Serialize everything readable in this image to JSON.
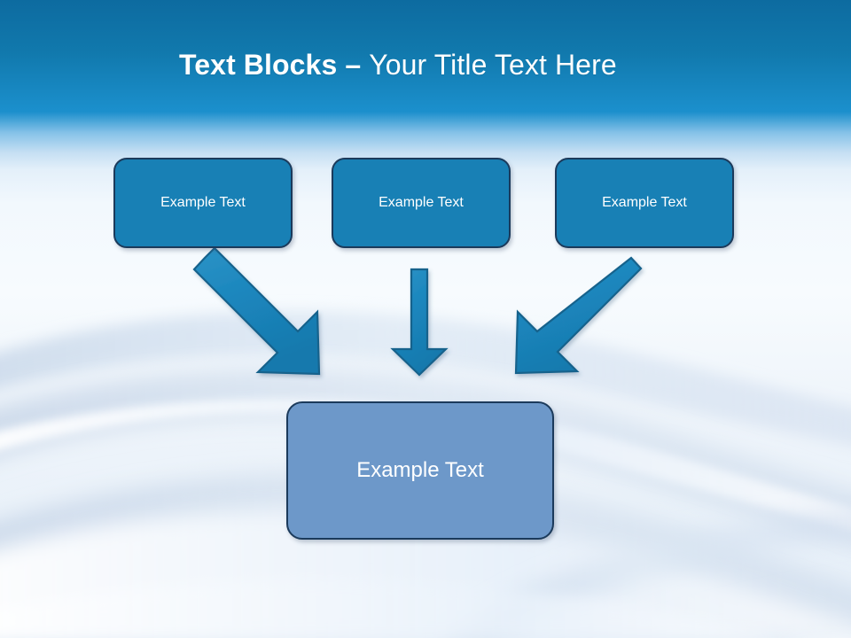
{
  "slide": {
    "title_strong": "Text Blocks – ",
    "title_light": "Your Title Text Here",
    "theme": {
      "header_top_color": "#0d6ba0",
      "header_bottom_color": "#1b8fcc",
      "body_background_color": "#f2f8fd",
      "box_fill_color": "#1880b5",
      "box_border_color": "#1b3a5b",
      "result_box_fill_color": "#6d98c9",
      "arrow_fill_color": "#1b86bd",
      "arrow_border_color": "#14628c",
      "text_color": "#ffffff"
    }
  },
  "diagram": {
    "top_boxes": [
      {
        "label": "Example Text"
      },
      {
        "label": "Example Text"
      },
      {
        "label": "Example Text"
      }
    ],
    "arrows": [
      {
        "name": "arrow-left-diagonal",
        "direction": "down-right"
      },
      {
        "name": "arrow-middle-vertical",
        "direction": "down"
      },
      {
        "name": "arrow-right-diagonal",
        "direction": "down-left"
      }
    ],
    "result_box": {
      "label": "Example Text"
    }
  }
}
